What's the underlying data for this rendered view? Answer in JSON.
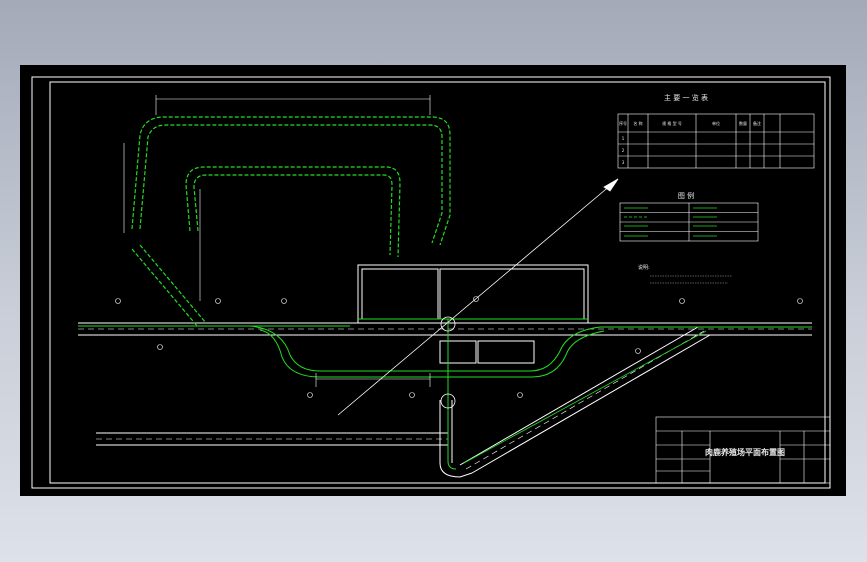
{
  "colors": {
    "background": "#000000",
    "frame": "#ffffff",
    "pipe_green": "#22dd22",
    "road_white": "#ffffff",
    "text": "#e8e8e8"
  },
  "table": {
    "title": "主 要 一 览 表",
    "headers": [
      "序号",
      "名 称",
      "规 格 型 号",
      "单位",
      "数量",
      "备注"
    ],
    "rows": [
      [
        "1",
        "",
        "",
        "",
        "",
        ""
      ],
      [
        "2",
        "",
        "",
        "",
        "",
        ""
      ],
      [
        "3",
        "",
        "",
        "",
        "",
        ""
      ]
    ]
  },
  "legend": {
    "title": "图 例"
  },
  "notes": {
    "title": "说明:"
  },
  "title_block": {
    "drawing_title": "肉鹿养殖场平面布置图"
  }
}
